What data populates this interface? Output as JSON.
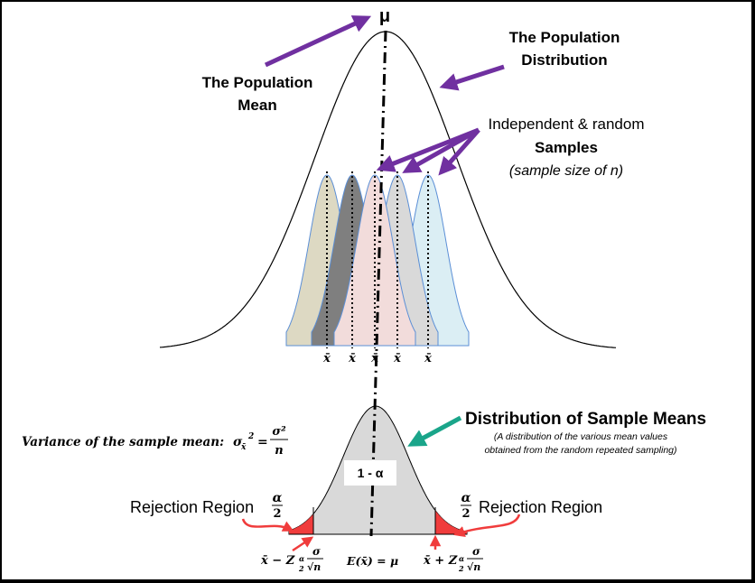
{
  "mu_label": "μ",
  "population_mean": {
    "line1": "The Population",
    "line2": "Mean"
  },
  "population_distribution": {
    "line1": "The Population",
    "line2": "Distribution"
  },
  "samples": {
    "line1": "Independent & random",
    "line2": "Samples",
    "line3": "(sample size of n)"
  },
  "sample_mean_symbol": "x̄",
  "variance": {
    "label": "Variance of the sample mean:",
    "lhs": "σ",
    "lhs_sub": "x̄",
    "lhs_sup": "2",
    "num": "σ²",
    "den": "n"
  },
  "sampling_distribution": {
    "title": "Distribution of Sample Means",
    "sub1": "(A distribution of the various mean values",
    "sub2": "obtained from the random repeated sampling)"
  },
  "confidence_label": "1 - α",
  "rejection": {
    "label": "Rejection Region",
    "alpha": "α",
    "two": "2"
  },
  "bounds": {
    "lower": "x̄ − Z",
    "upper": "x̄ + Z",
    "sub_alpha": "α",
    "sub_two": "2",
    "sigma": "σ",
    "sqrt_n": "√n",
    "expectation": "E(x̄) =  μ"
  },
  "colors": {
    "purple": "#7030a0",
    "teal": "#1aa58a",
    "red": "#f03c3c",
    "curve_gray": "#d9d9d9",
    "sample_fills": [
      "#ddd9c3",
      "#7f7f7f",
      "#f2dcdb",
      "#d9d9d9",
      "#dbeef4"
    ]
  }
}
